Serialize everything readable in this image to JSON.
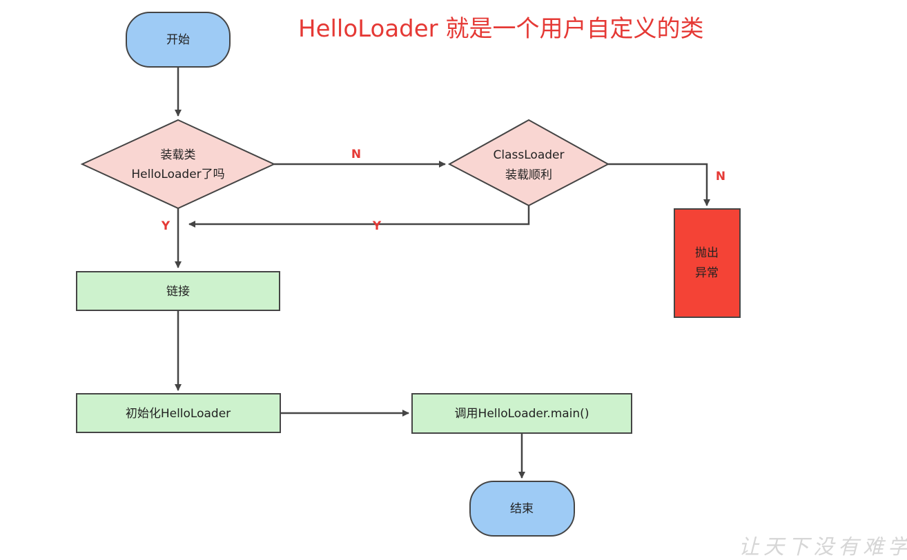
{
  "title": "HelloLoader 就是一个用户自定义的类",
  "watermark": "让天下没有难学",
  "nodes": {
    "start": "开始",
    "decision1_line1": "装载类",
    "decision1_line2": "HelloLoader了吗",
    "decision2_line1": "ClassLoader",
    "decision2_line2": "装载顺利",
    "exception_line1": "抛出",
    "exception_line2": "异常",
    "link": "链接",
    "init": "初始化HelloLoader",
    "call_main": "调用HelloLoader.main()",
    "end": "结束"
  },
  "edge_labels": {
    "d1_no": "N",
    "d2_no": "N",
    "d1_yes": "Y",
    "d2_yes": "Y"
  },
  "colors": {
    "terminal": "#9ecbf5",
    "decision": "#f9d6d2",
    "process": "#cdf2cd",
    "exception": "#f44336",
    "title": "#e53935"
  }
}
